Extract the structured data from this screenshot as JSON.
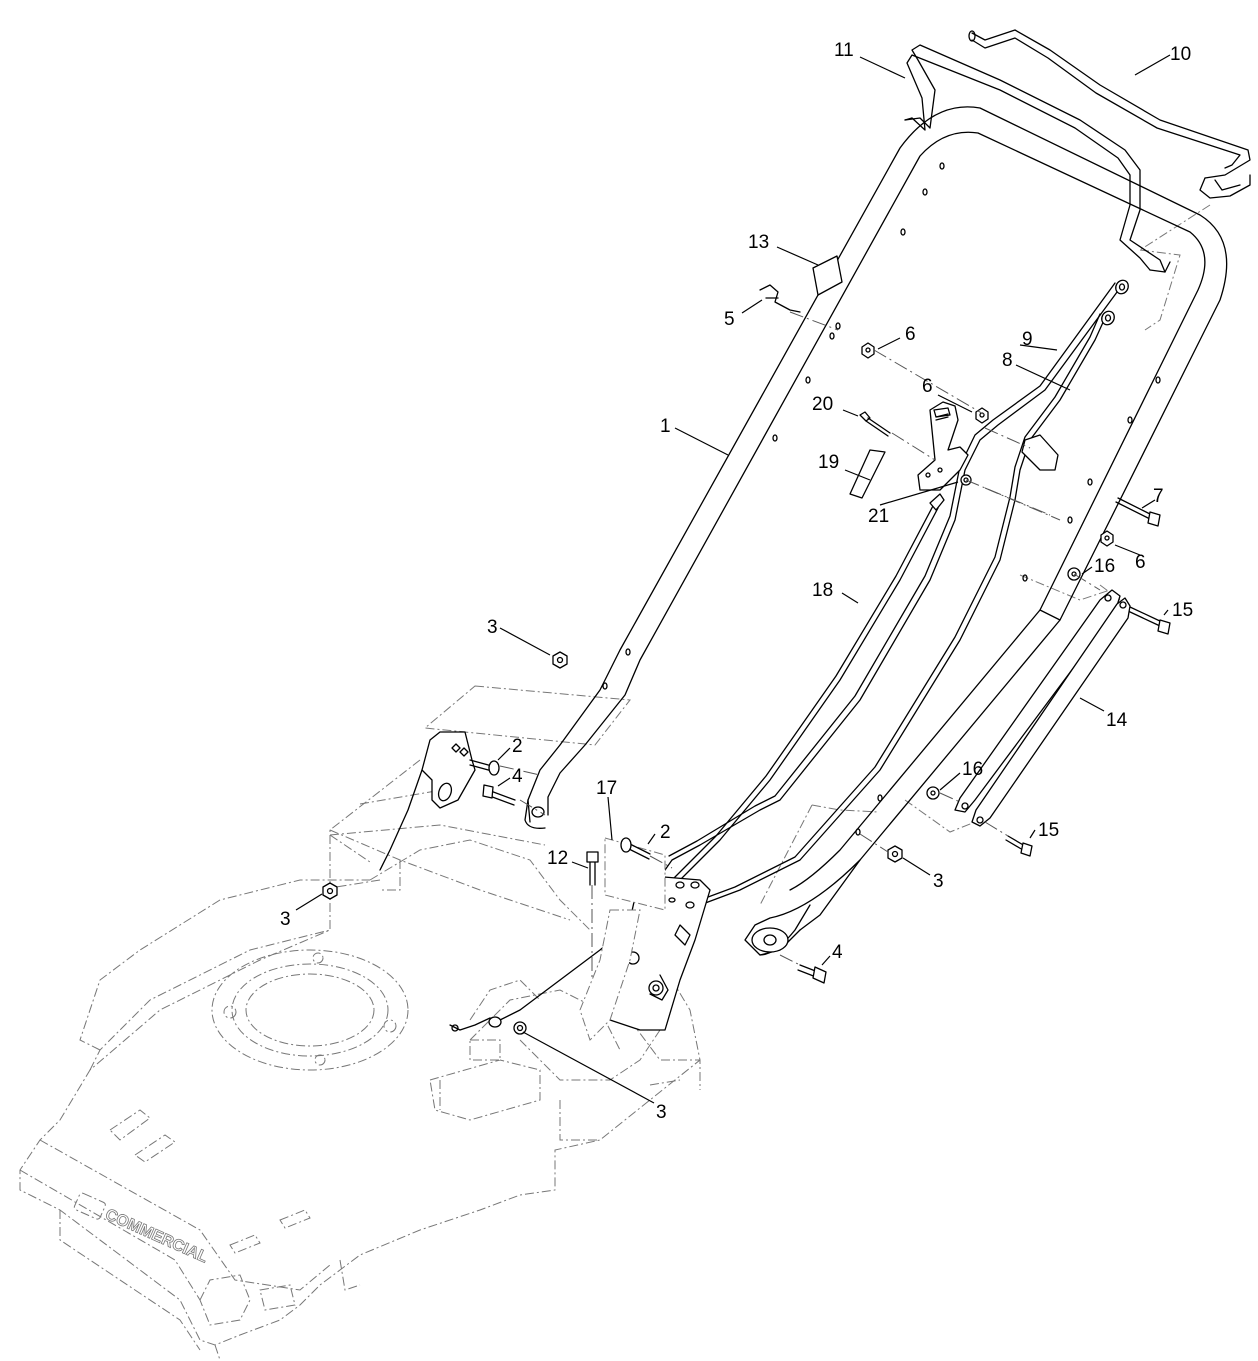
{
  "diagram": {
    "brand_text": "COMMERCIAL",
    "callouts": [
      {
        "id": "c1",
        "text": "1"
      },
      {
        "id": "c2a",
        "text": "2"
      },
      {
        "id": "c2b",
        "text": "2"
      },
      {
        "id": "c3a",
        "text": "3"
      },
      {
        "id": "c3b",
        "text": "3"
      },
      {
        "id": "c3c",
        "text": "3"
      },
      {
        "id": "c3d",
        "text": "3"
      },
      {
        "id": "c4a",
        "text": "4"
      },
      {
        "id": "c4b",
        "text": "4"
      },
      {
        "id": "c5",
        "text": "5"
      },
      {
        "id": "c6a",
        "text": "6"
      },
      {
        "id": "c6b",
        "text": "6"
      },
      {
        "id": "c6c",
        "text": "6"
      },
      {
        "id": "c7",
        "text": "7"
      },
      {
        "id": "c8",
        "text": "8"
      },
      {
        "id": "c9",
        "text": "9"
      },
      {
        "id": "c10",
        "text": "10"
      },
      {
        "id": "c11",
        "text": "11"
      },
      {
        "id": "c12",
        "text": "12"
      },
      {
        "id": "c13",
        "text": "13"
      },
      {
        "id": "c14",
        "text": "14"
      },
      {
        "id": "c15a",
        "text": "15"
      },
      {
        "id": "c15b",
        "text": "15"
      },
      {
        "id": "c16a",
        "text": "16"
      },
      {
        "id": "c16b",
        "text": "16"
      },
      {
        "id": "c17",
        "text": "17"
      },
      {
        "id": "c18",
        "text": "18"
      },
      {
        "id": "c19",
        "text": "19"
      },
      {
        "id": "c20",
        "text": "20"
      },
      {
        "id": "c21",
        "text": "21"
      }
    ]
  }
}
